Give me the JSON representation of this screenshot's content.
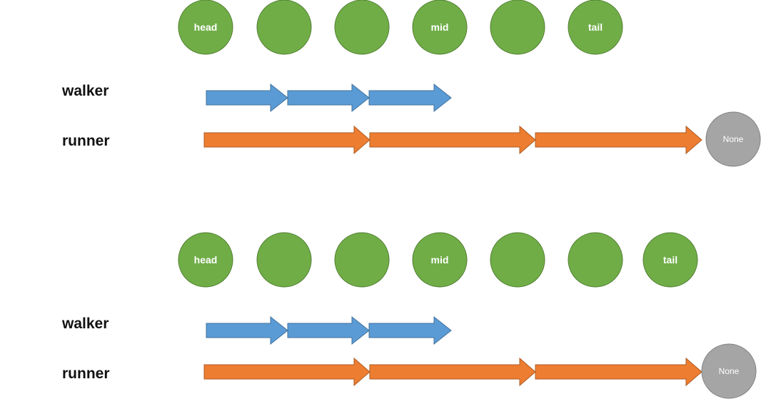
{
  "colors": {
    "node_fill": "#70ad47",
    "node_stroke": "#507e32",
    "walker_arrow": "#5b9bd5",
    "walker_stroke": "#41719c",
    "runner_arrow": "#ed7d31",
    "runner_stroke": "#ae5a21",
    "none_fill": "#a5a5a5",
    "none_stroke": "#7f7f7f"
  },
  "panels": [
    {
      "nodes": [
        "head",
        "",
        "",
        "mid",
        "",
        "tail"
      ],
      "walker": {
        "label": "walker",
        "steps": 3
      },
      "runner": {
        "label": "runner",
        "steps": 3,
        "end_label": "None"
      }
    },
    {
      "nodes": [
        "head",
        "",
        "",
        "mid",
        "",
        "",
        "tail"
      ],
      "walker": {
        "label": "walker",
        "steps": 3
      },
      "runner": {
        "label": "runner",
        "steps": 3,
        "end_label": "None"
      }
    }
  ]
}
